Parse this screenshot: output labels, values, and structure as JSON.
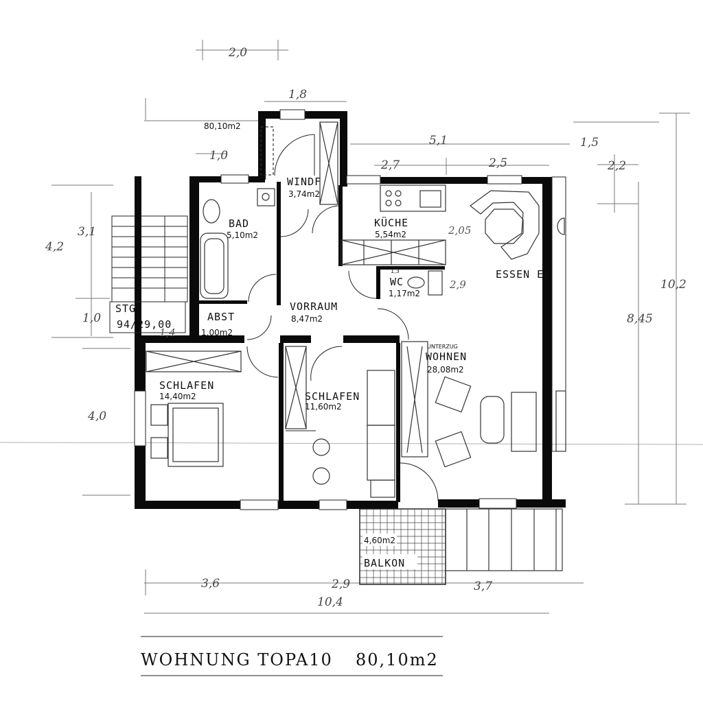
{
  "rooms": {
    "windf": {
      "name": "WINDF",
      "area": "3,74m2"
    },
    "bad": {
      "name": "BAD",
      "area": "5,10m2"
    },
    "kueche": {
      "name": "KÜCHE",
      "area": "5,54m2"
    },
    "wc": {
      "name": "WC",
      "area": "1,17m2",
      "dim": "1,3"
    },
    "vorraum": {
      "name": "VORRAUM",
      "area": "8,47m2"
    },
    "abst": {
      "name": "ABST",
      "area": "1,00m2"
    },
    "essen": {
      "name": "ESSEN  E."
    },
    "wohnen": {
      "name": "WOHNEN",
      "area": "28,08m2",
      "note": "UNTERZUG"
    },
    "schlafen1": {
      "name": "SCHLAFEN",
      "area": "14,40m2"
    },
    "schlafen2": {
      "name": "SCHLAFEN",
      "area": "11,60m2"
    },
    "balkon": {
      "name": "BALKON",
      "area": "4,60m2"
    },
    "stg": {
      "name": "STG",
      "area": "94/29,00"
    }
  },
  "total_area_label": "80,10m2",
  "dimensions": {
    "d20": "2,0",
    "d18": "1,8",
    "d51": "5,1",
    "d15": "1,5",
    "d27": "2,7",
    "d25": "2,5",
    "d22": "2,2",
    "d10a": "1,0",
    "d31": "3,1",
    "d42": "4,2",
    "d10b": "1,0",
    "d40": "4,0",
    "d102": "10,2",
    "d845": "8,45",
    "d36": "3,6",
    "d29": "2,9",
    "d37": "3,7",
    "d104": "10,4",
    "d205": "2,05",
    "d29b": "2,9",
    "d14": "1,4"
  },
  "title": {
    "text": "WOHNUNG TOPA10",
    "area": "80,10m2"
  }
}
